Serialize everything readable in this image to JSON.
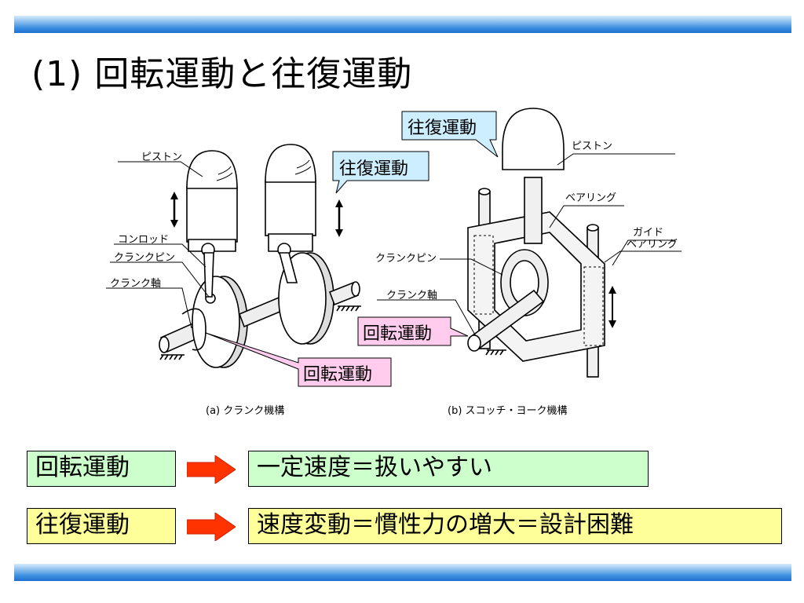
{
  "slide": {
    "title": "(1) 回転運動と往復運動"
  },
  "diagram_a": {
    "caption": "(a) クランク機構",
    "labels": {
      "piston": "ピストン",
      "conrod": "コンロッド",
      "crankpin": "クランクピン",
      "crankshaft": "クランク軸"
    },
    "callouts": {
      "reciprocating": "往復運動",
      "rotation": "回転運動"
    }
  },
  "diagram_b": {
    "caption": "(b) スコッチ・ヨーク機構",
    "labels": {
      "piston": "ピストン",
      "bearing": "ベアリング",
      "guide_line1": "ガイド",
      "guide_line2": "ベアリング",
      "crankpin": "クランクピン",
      "crankshaft": "クランク軸"
    },
    "callouts": {
      "reciprocating": "往復運動",
      "rotation": "回転運動"
    }
  },
  "summary": {
    "row1": {
      "label": "回転運動",
      "result": "一定速度＝扱いやすい"
    },
    "row2": {
      "label": "往復運動",
      "result": "速度変動＝慣性力の増大＝設計困難"
    }
  },
  "colors": {
    "band": "#3d8fe0",
    "callout_blue": "#cceeff",
    "callout_pink": "#ffccee",
    "box_green": "#ccffcc",
    "box_yellow": "#ffff99",
    "arrow": "#ff3300"
  }
}
